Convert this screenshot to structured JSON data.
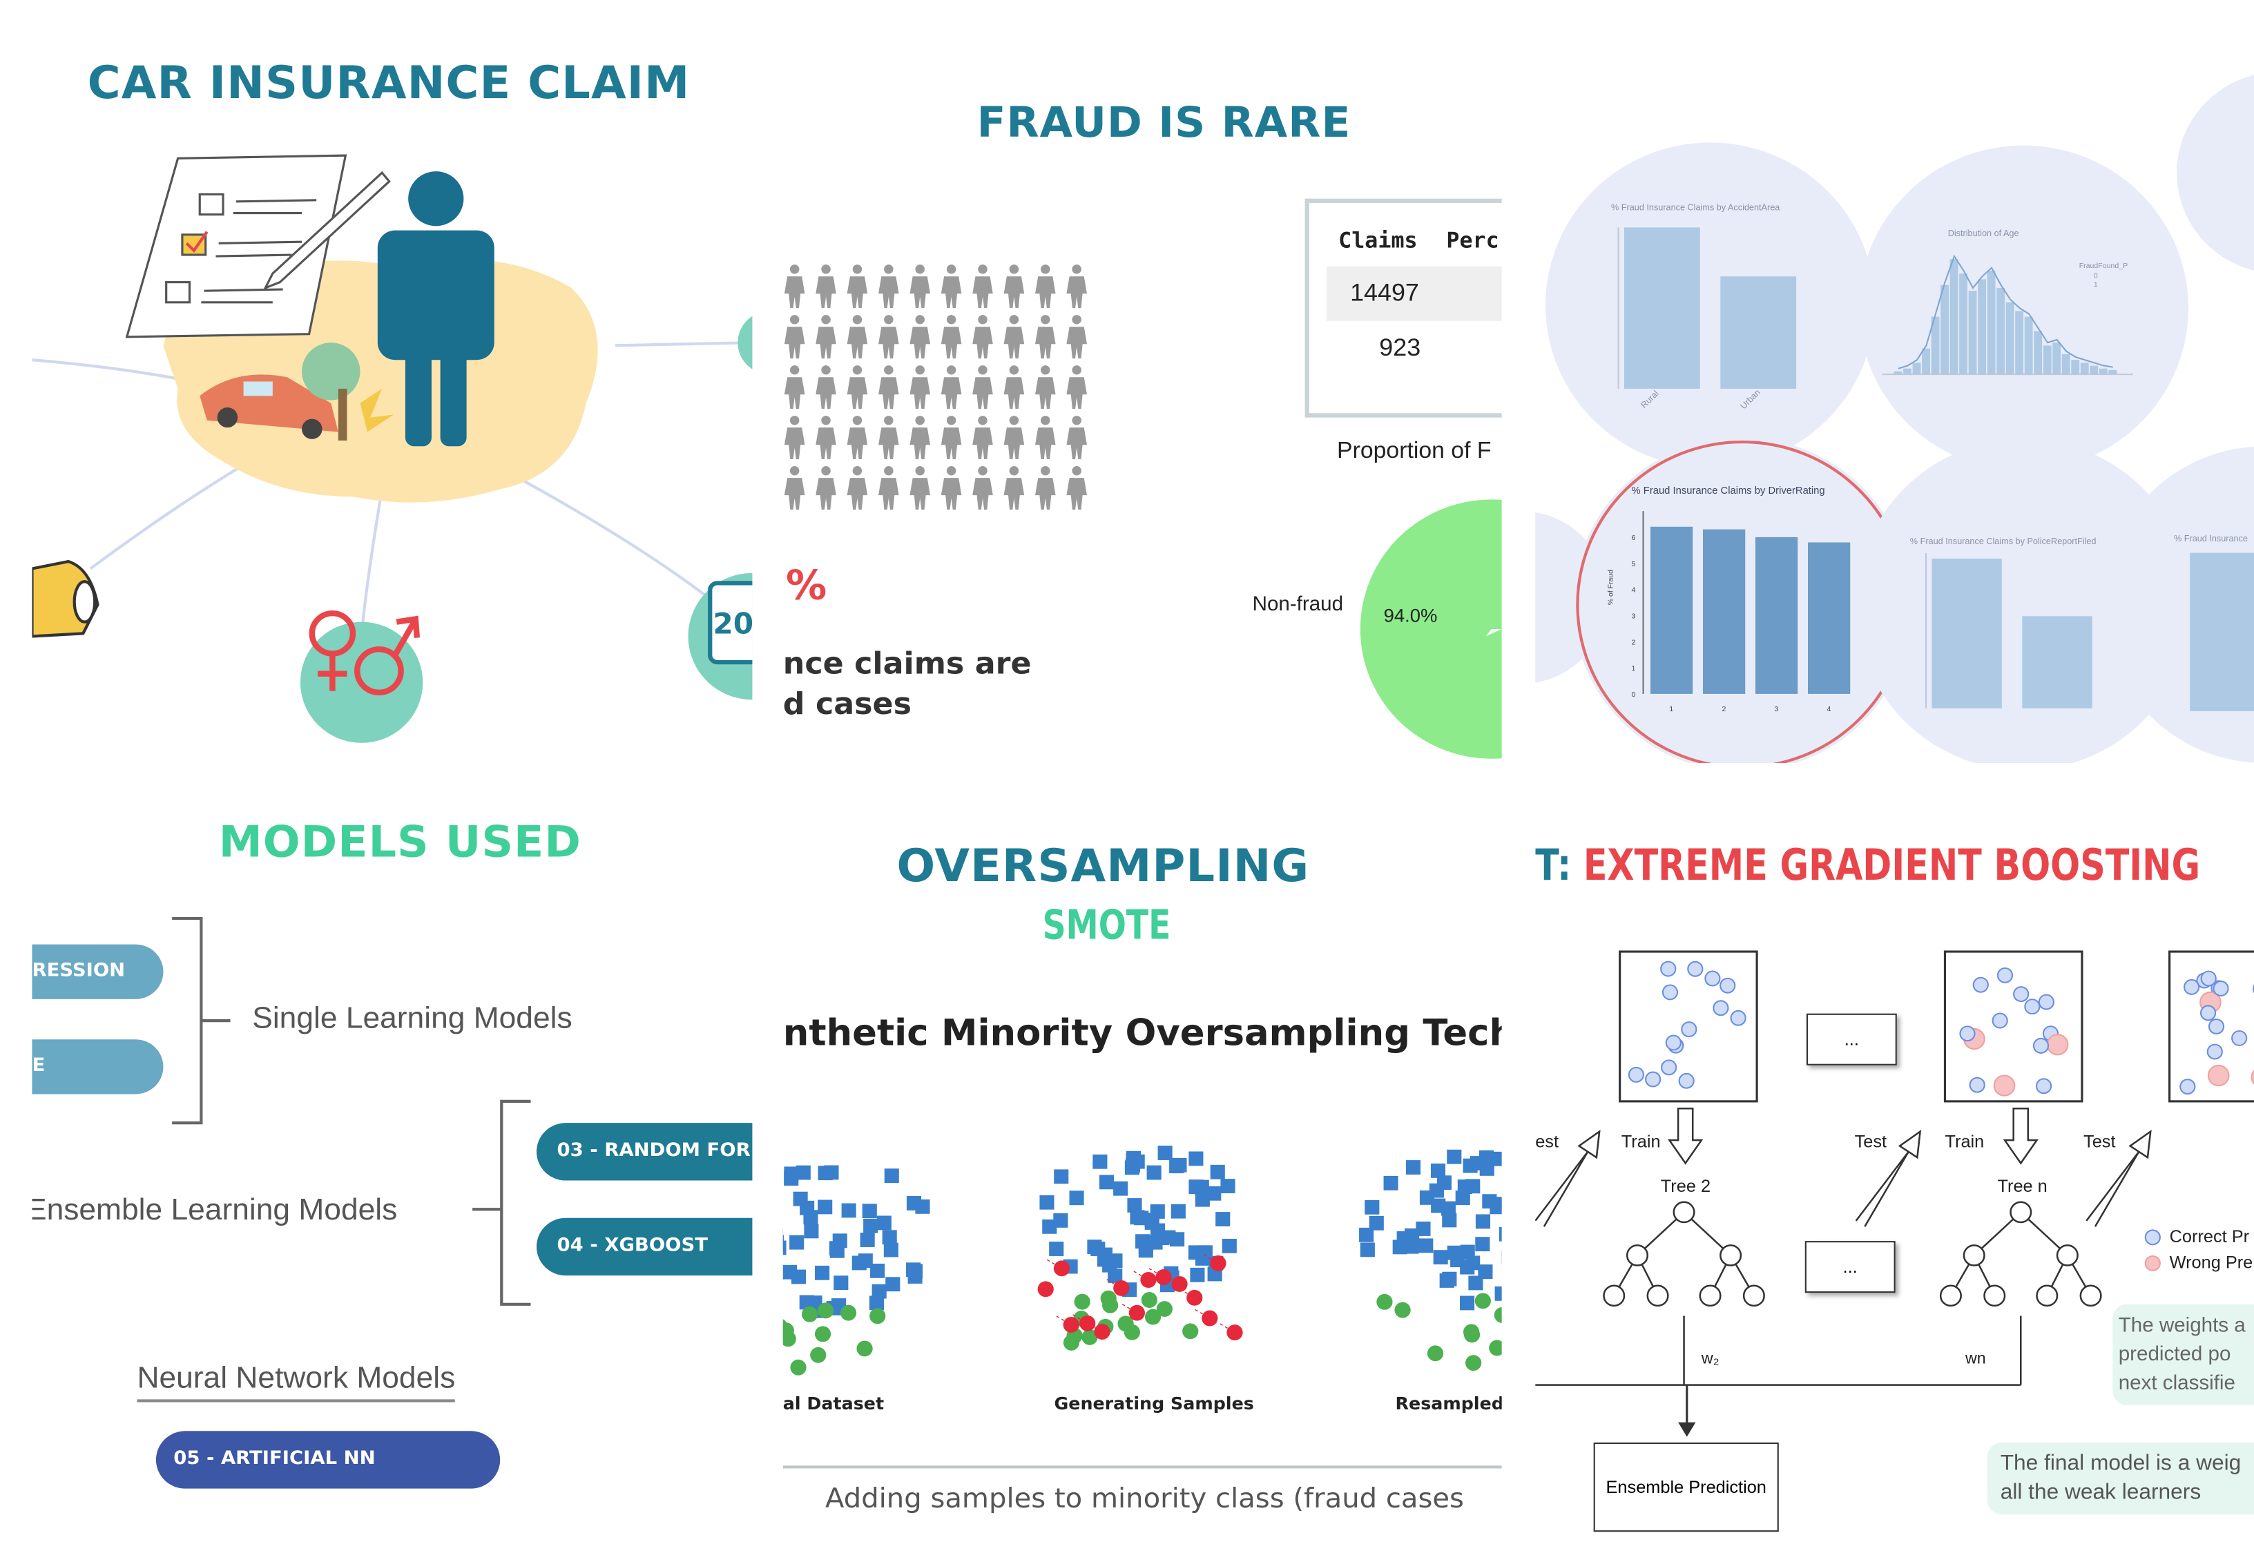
{
  "panels": {
    "claim": {
      "title": "CAR INSURANCE CLAIM"
    },
    "fraud": {
      "title": "FRAUD IS RARE",
      "percent_fragment": "%",
      "caption_line1": "nce claims are",
      "caption_line2": "d cases",
      "table_header_claims": "Claims",
      "table_header_perc": "Perc",
      "table_row1": "14497",
      "table_row2": "923",
      "pie_title": "Proportion of F",
      "pie_label_nonfraud": "Non-fraud",
      "pie_pct_nonfraud": "94.0%"
    },
    "eda": {
      "chart1_title": "% Fraud Insurance Claims by AccidentArea",
      "chart2_title": "Distribution of Age",
      "chart3_title": "% Fraud Insurance Claims by DriverRating",
      "chart4_title": "% Fraud Insurance Claims by PoliceReportFiled",
      "chart5_title": "% Fraud Insurance",
      "legend_title": "FraudFound_P",
      "legend_0": "0",
      "legend_1": "1",
      "chart3_ylabel": "% of Fraud",
      "chart3_yticks": [
        "0",
        "1",
        "2",
        "3",
        "4",
        "5",
        "6"
      ],
      "chart3_xticks": [
        "1",
        "2",
        "3",
        "4"
      ],
      "chart1_xticks": [
        "Rural",
        "Urban"
      ]
    },
    "models": {
      "title": "MODELS USED",
      "pill1": "RESSION",
      "pill2": "E",
      "group1_label": "Single Learning Models",
      "group2_label": "Ensemble Learning Models",
      "pill3": "03 - RANDOM FOR",
      "pill4": "04 - XGBOOST",
      "group3_label": "Neural Network Models",
      "pill5": "05 - ARTIFICIAL NN"
    },
    "oversampling": {
      "title": "OVERSAMPLING",
      "subtitle": "SMOTE",
      "description": "nthetic Minority Oversampling Techniq",
      "cluster1_label": "al Dataset",
      "cluster2_label": "Generating Samples",
      "cluster3_label": "Resampled I",
      "footer": "Adding samples to minority class (fraud cases"
    },
    "xgboost": {
      "title_prefix": "T:",
      "title_main": "EXTREME GRADIENT BOOSTING",
      "label_test_left": "est",
      "label_train1": "Train",
      "label_tree2": "Tree 2",
      "label_test2": "Test",
      "label_train2": "Train",
      "label_treen": "Tree n",
      "label_test3": "Test",
      "ellipsis1": "...",
      "ellipsis2": "...",
      "weight_w2": "w₂",
      "weight_wn": "wn",
      "ensemble": "Ensemble Prediction",
      "legend_correct": "Correct Pr",
      "legend_wrong": "Wrong Pre",
      "note1_line1": "The weights a",
      "note1_line2": "predicted po",
      "note1_line3": "next classifie",
      "note2_line1": "The final model is a weig",
      "note2_line2": "all the weak learners"
    }
  },
  "colors": {
    "teal_title": "#1f7a94",
    "green_title": "#3fcf99",
    "red_title": "#e8464b",
    "pill_light": "#6aa9c3",
    "pill_dark": "#1f7a94",
    "pill_navy": "#3c57a6",
    "bubble_bg": "#e8ecf8",
    "bar_blue": "#6b9bc6",
    "smote_blue": "#3a7fcc",
    "smote_green": "#4cb050",
    "smote_red": "#e5283a"
  }
}
